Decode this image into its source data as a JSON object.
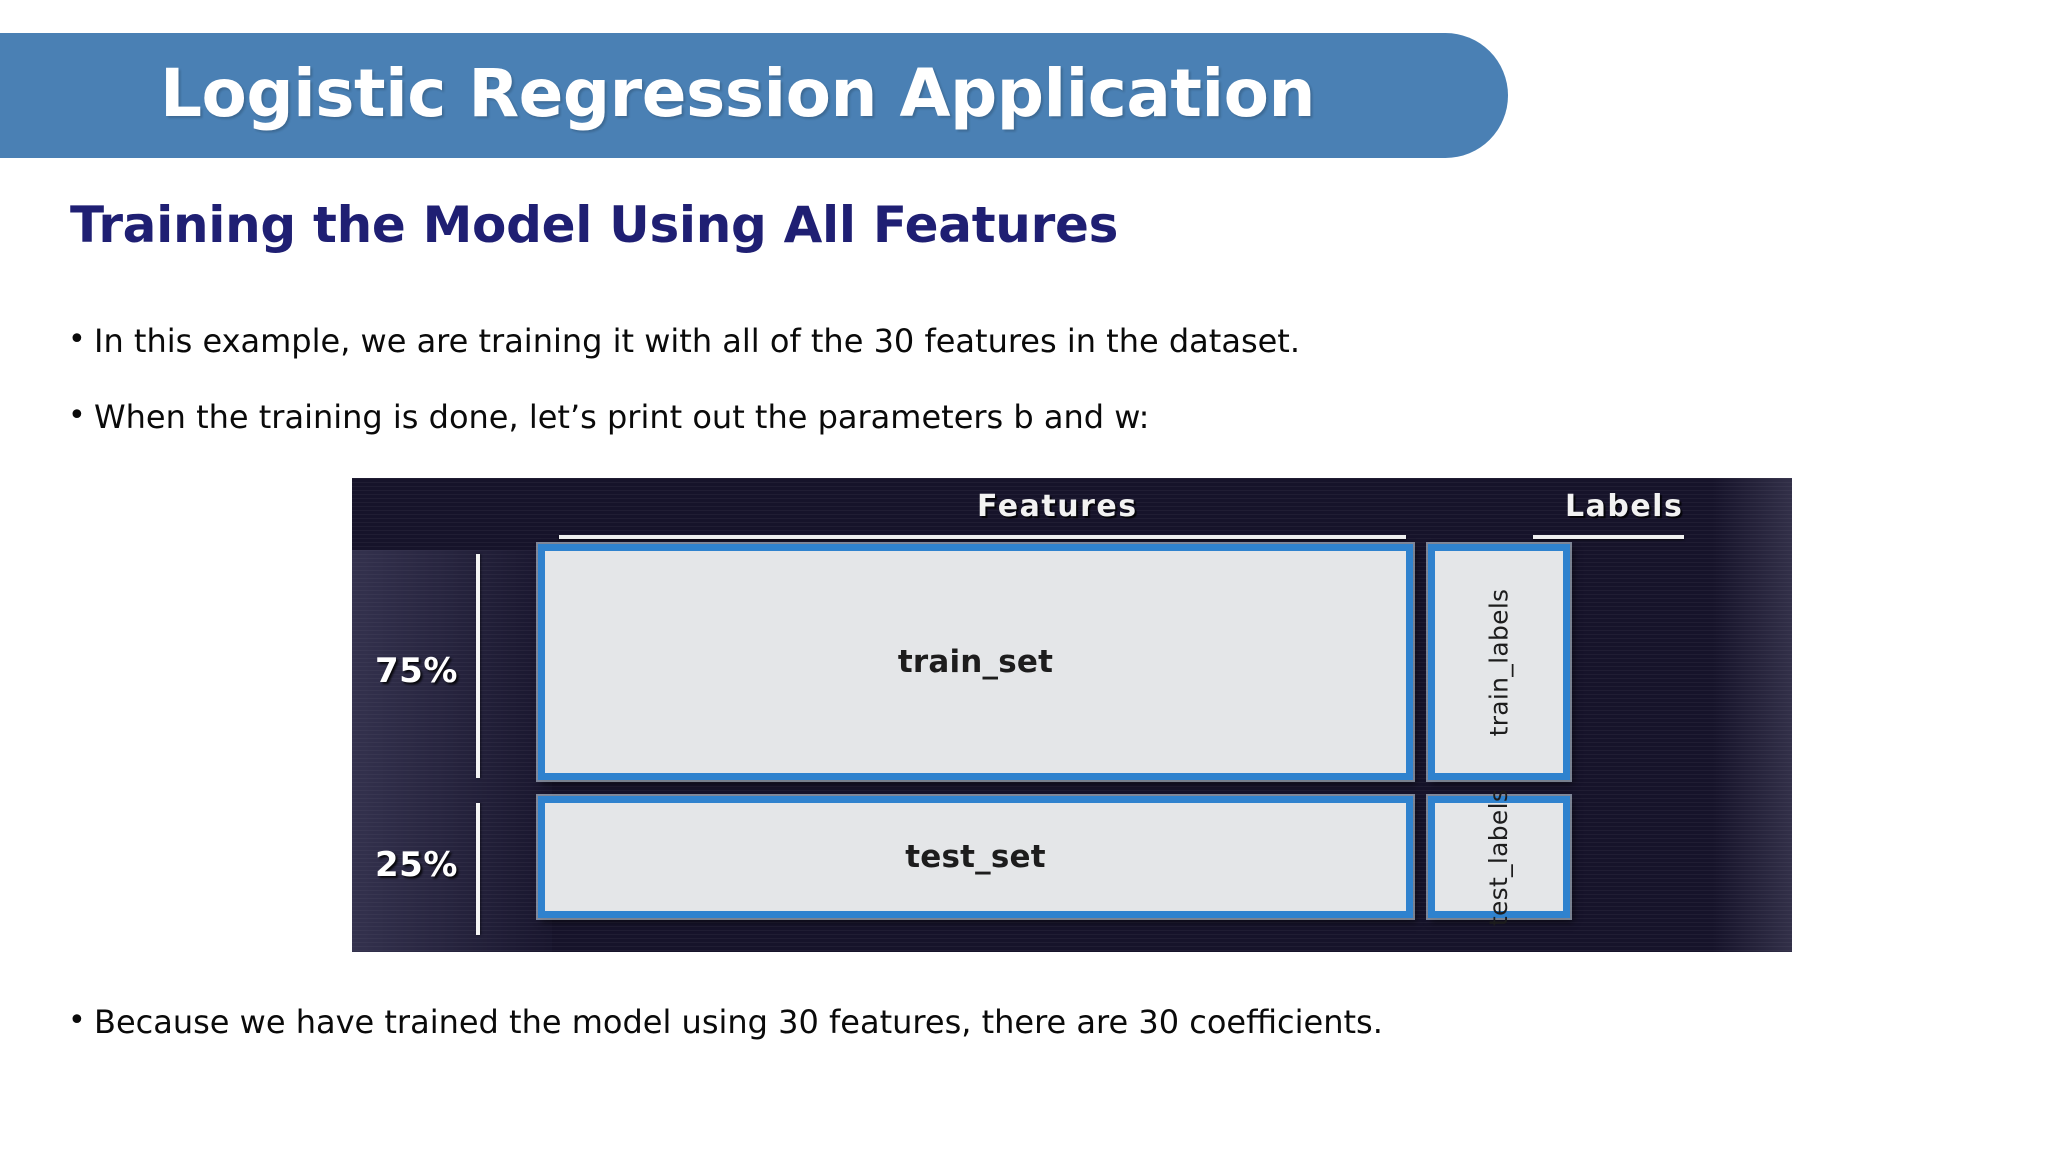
{
  "slide": {
    "title": "Logistic Regression Application",
    "title_bg_color": "#4a80b4",
    "heading": "Training the Model Using All Features",
    "heading_color": "#1f1f73",
    "bullet_marker": "•",
    "bullets": [
      "In this example, we are training it with all of the 30 features in the dataset.",
      "When the training is done, let’s print out the parameters b and w:",
      "Because we have trained the model using 30 features, there are 30 coefficients."
    ]
  },
  "diagram": {
    "background_color": "#16132a",
    "box_border_color": "#2f82ce",
    "box_fill_color": "#e4e6e8",
    "column_headers": {
      "features": "Features",
      "labels": "Labels"
    },
    "split_percentages": {
      "train": "75%",
      "test": "25%"
    },
    "boxes": {
      "train_set": "train_set",
      "test_set": "test_set",
      "train_labels": "train_labels",
      "test_labels": "test_labels"
    }
  }
}
